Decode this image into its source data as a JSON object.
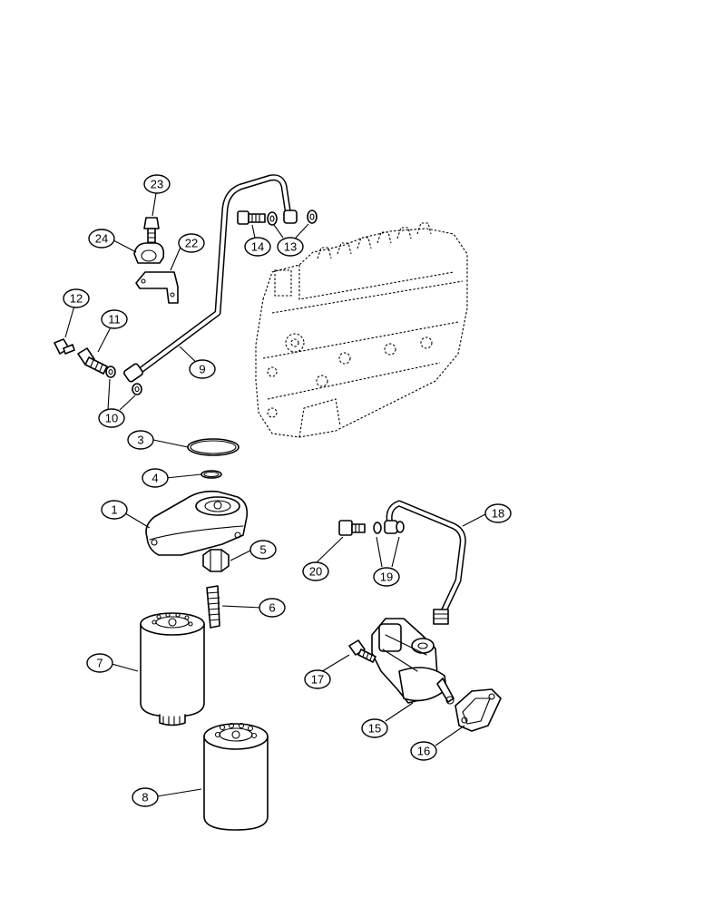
{
  "diagram": {
    "callouts": [
      {
        "id": "1",
        "label": "1"
      },
      {
        "id": "3",
        "label": "3"
      },
      {
        "id": "4",
        "label": "4"
      },
      {
        "id": "5",
        "label": "5"
      },
      {
        "id": "6",
        "label": "6"
      },
      {
        "id": "7",
        "label": "7"
      },
      {
        "id": "8",
        "label": "8"
      },
      {
        "id": "9",
        "label": "9"
      },
      {
        "id": "10",
        "label": "10"
      },
      {
        "id": "11",
        "label": "11"
      },
      {
        "id": "12",
        "label": "12"
      },
      {
        "id": "13",
        "label": "13"
      },
      {
        "id": "14",
        "label": "14"
      },
      {
        "id": "15",
        "label": "15"
      },
      {
        "id": "16",
        "label": "16"
      },
      {
        "id": "17",
        "label": "17"
      },
      {
        "id": "18",
        "label": "18"
      },
      {
        "id": "19",
        "label": "19"
      },
      {
        "id": "20",
        "label": "20"
      },
      {
        "id": "22",
        "label": "22"
      },
      {
        "id": "23",
        "label": "23"
      },
      {
        "id": "24",
        "label": "24"
      }
    ],
    "colors": {
      "line": "#000000",
      "background": "#ffffff"
    }
  }
}
